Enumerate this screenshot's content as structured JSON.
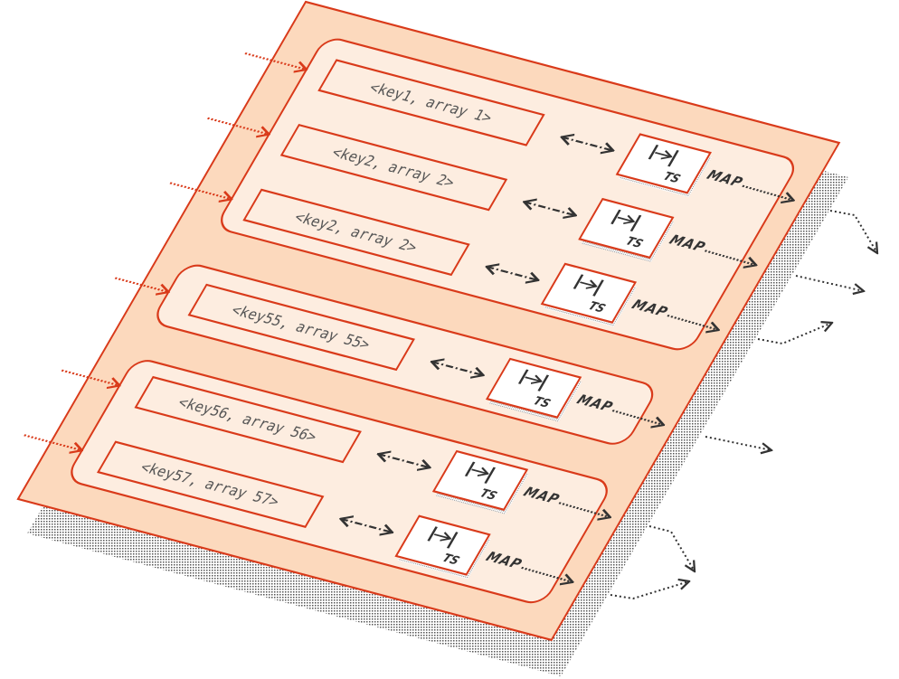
{
  "colors": {
    "outer_fill": "#fcd9bd",
    "inner_fill": "#fdede0",
    "stroke": "#d93a1a",
    "ink": "#333333",
    "shadow_dots": "#555555"
  },
  "groups": [
    {
      "rows": [
        {
          "key": "<key1, array 1>",
          "ts": "TS",
          "map": "MAP"
        },
        {
          "key": "<key2, array 2>",
          "ts": "TS",
          "map": "MAP"
        },
        {
          "key": "<key2, array 2>",
          "ts": "TS",
          "map": "MAP"
        }
      ]
    },
    {
      "rows": [
        {
          "key": "<key55, array 55>",
          "ts": "TS",
          "map": "MAP"
        }
      ]
    },
    {
      "rows": [
        {
          "key": "<key56, array 56>",
          "ts": "TS",
          "map": "MAP"
        },
        {
          "key": "<key57, array 57>",
          "ts": "TS",
          "map": "MAP"
        }
      ]
    }
  ]
}
